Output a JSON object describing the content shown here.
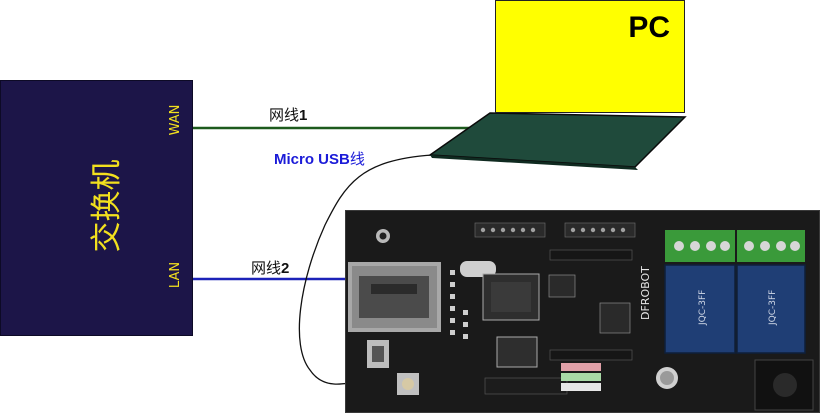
{
  "switch": {
    "label": "交换机",
    "wan_label": "WAN",
    "lan_label": "LAN"
  },
  "pc": {
    "label": "PC"
  },
  "cables": {
    "cable1_prefix": "网线",
    "cable1_num": "1",
    "cable2_prefix": "网线",
    "cable2_num": "2",
    "usb_prefix": "Micro USB",
    "usb_suffix": "线"
  },
  "board": {
    "brand": "DFROBOT",
    "relay_label_1": "JQC-3FF",
    "relay_label_2": "JQC-3FF"
  },
  "colors": {
    "switch_bg": "#1c1548",
    "switch_text": "#f2e01e",
    "pc_screen": "#ffff00",
    "laptop_base": "#1f4a3b",
    "wan_cable": "#1d5a1d",
    "lan_cable": "#1c22b8",
    "usb_label": "#1b1bd8",
    "relay_blue": "#1f3e75",
    "terminal_green": "#3a9a3a"
  }
}
